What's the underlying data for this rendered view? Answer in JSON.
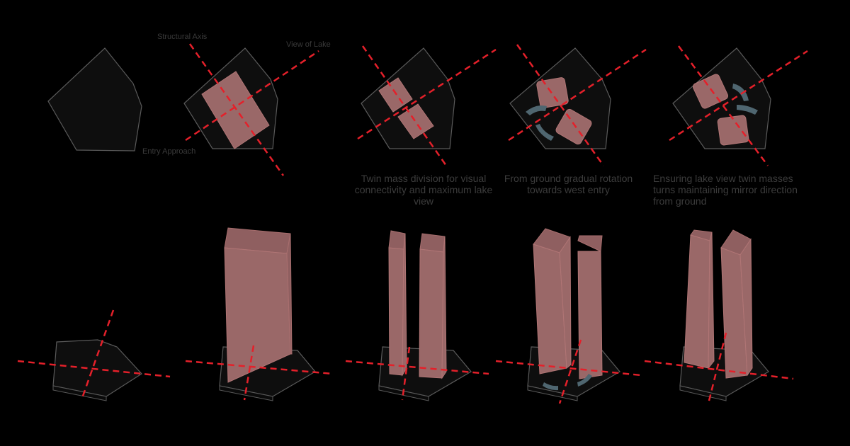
{
  "labels": {
    "structural_axis": "Structural Axis",
    "view_of_lake": "View of Lake",
    "entry_approach": "Entry Approach"
  },
  "captions": [
    "Twin mass division for visual connectivity and maximum lake view",
    "From ground gradual rotation towards west entry",
    "Ensuring lake view twin masses turns maintaining mirror direction from ground"
  ],
  "colors": {
    "background": "#000000",
    "axis": "#e4202a",
    "mass": "#9a6868",
    "site": "#0e0e0e",
    "text": "#3a3a3a"
  }
}
